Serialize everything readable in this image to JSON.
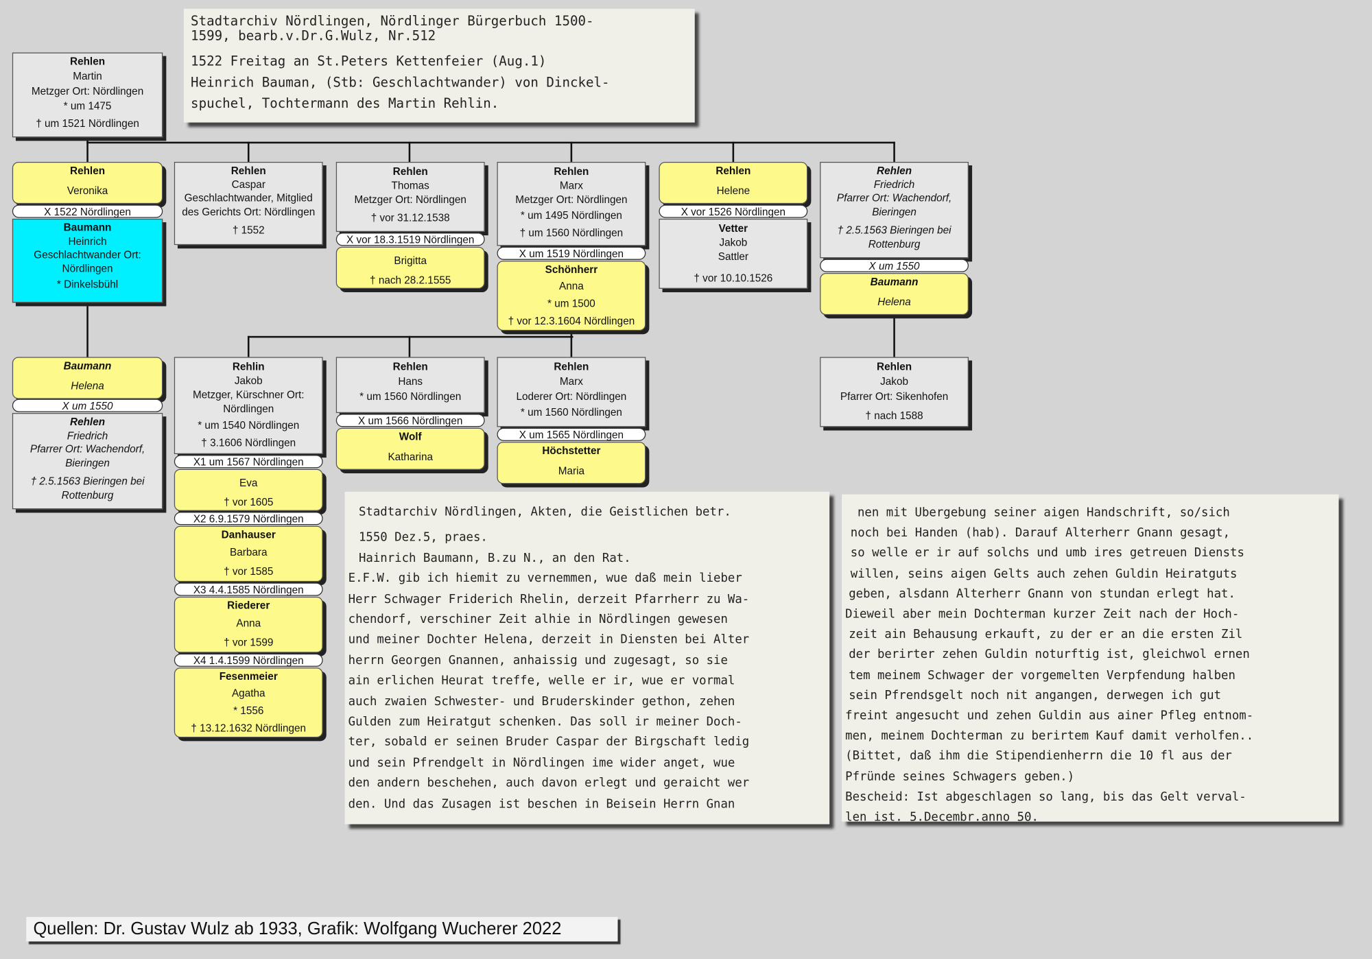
{
  "header_doc": {
    "lines": [
      "Stadtarchiv Nördlingen, Nördlinger Bürgerbuch 1500-",
      "1599, bearb.v.Dr.G.Wulz, Nr.512",
      "1522 Freitag an St.Peters Kettenfeier (Aug.1)",
      "Heinrich Bauman, (Stb: Geschlachtwander) von Dinckel-",
      "spuchel, Tochtermann des Martin Rehlin."
    ]
  },
  "persons": {
    "martin": [
      "Rehlen",
      "Martin",
      "Metzger Ort: Nördlingen",
      "* um 1475",
      "† um 1521 Nördlingen"
    ],
    "veronika": [
      "Rehlen",
      "Veronika"
    ],
    "heinrich": [
      "Baumann",
      "Heinrich",
      "Geschlachtwander Ort: Nördlingen",
      "* Dinkelsbühl"
    ],
    "caspar": [
      "Rehlen",
      "Caspar",
      "Geschlachtwander, Mitglied des Gerichts Ort: Nördlingen",
      "† 1552"
    ],
    "thomas": [
      "Rehlen",
      "Thomas",
      "Metzger Ort: Nördlingen",
      "† vor 31.12.1538"
    ],
    "brigitta": [
      "Brigitta",
      "† nach 28.2.1555"
    ],
    "marx1": [
      "Rehlen",
      "Marx",
      "Metzger Ort: Nördlingen",
      "* um 1495 Nördlingen",
      "† um 1560 Nördlingen"
    ],
    "anna_s": [
      "Schönherr",
      "Anna",
      "* um 1500",
      "† vor 12.3.1604 Nördlingen"
    ],
    "helene": [
      "Rehlen",
      "Helene"
    ],
    "jakob_v": [
      "Vetter",
      "Jakob",
      "Sattler",
      "† vor 10.10.1526"
    ],
    "friedrich": [
      "Rehlen",
      "Friedrich",
      "Pfarrer Ort: Wachendorf, Bieringen",
      "† 2.5.1563 Bieringen bei Rottenburg"
    ],
    "helena": [
      "Baumann",
      "Helena"
    ],
    "helena2": [
      "Baumann",
      "Helena"
    ],
    "friedrich2": [
      "Rehlen",
      "Friedrich",
      "Pfarrer Ort: Wachendorf, Bieringen",
      "† 2.5.1563 Bieringen bei Rottenburg"
    ],
    "jakob": [
      "Rehlin",
      "Jakob",
      "Metzger, Kürschner Ort: Nördlingen",
      "* um 1540 Nördlingen",
      "† 3.1606 Nördlingen"
    ],
    "eva": [
      "Eva",
      "† vor 1605"
    ],
    "barbara": [
      "Danhauser",
      "Barbara",
      "† vor 1585"
    ],
    "anna_r": [
      "Riederer",
      "Anna",
      "† vor 1599"
    ],
    "agatha": [
      "Fesenmeier",
      "Agatha",
      "* 1556",
      "† 13.12.1632 Nördlingen"
    ],
    "hans": [
      "Rehlen",
      "Hans",
      "* um 1560 Nördlingen"
    ],
    "katharina": [
      "Wolf",
      "Katharina"
    ],
    "marx2": [
      "Rehlen",
      "Marx",
      "Loderer Ort: Nördlingen",
      "* um 1560 Nördlingen"
    ],
    "maria": [
      "Höchstetter",
      "Maria"
    ],
    "jakob2": [
      "Rehlen",
      "Jakob",
      "Pfarrer Ort: Sikenhofen",
      "† nach 1588"
    ]
  },
  "marriages": {
    "veronika": "X 1522 Nördlingen",
    "thomas": "X vor 18.3.1519 Nördlingen",
    "marx1": "X um 1519 Nördlingen",
    "helene": "X vor 1526 Nördlingen",
    "friedrich": "X um 1550",
    "helena2": "X um 1550",
    "jakob1": "X1 um 1567 Nördlingen",
    "jakob2": "X2 6.9.1579 Nördlingen",
    "jakob3": "X3 4.4.1585 Nördlingen",
    "jakob4": "X4 1.4.1599 Nördlingen",
    "hans": "X um 1566 Nördlingen",
    "marx2": "X um 1565 Nördlingen"
  },
  "letter_left": {
    "lines": [
      "Stadtarchiv Nördlingen, Akten, die Geistlichen betr.",
      "1550 Dez.5, praes.",
      "Hainrich Baumann, B.zu N., an den Rat.",
      "E.F.W. gib ich hiemit zu vernemmen, wue daß mein lieber",
      "Herr Schwager Friderich Rhelin, derzeit Pfarrherr zu Wa-",
      "chendorf, verschiner Zeit alhie in Nördlingen gewesen",
      "und meiner Dochter Helena, derzeit in Diensten bei Alter",
      "herrn Georgen Gnannen, anhaissig und zugesagt, so sie",
      "ain erlichen Heurat treffe, welle er ir, wue er vormal",
      "auch zwaien Schwester- und Bruderskinder gethon, zehen",
      "Gulden zum Heiratgut schenken. Das soll ir meiner Doch-",
      "ter, sobald er seinen Bruder Caspar der Birgschaft ledig",
      "und sein Pfrendgelt in Nördlingen ime wider anget, wue",
      "den andern beschehen, auch davon erlegt und geraicht wer",
      "den. Und das Zusagen ist beschen in Beisein Herrn Gnan"
    ]
  },
  "letter_right": {
    "lines": [
      "nen mit Ubergebung seiner aigen Handschrift, so/sich",
      "noch bei Handen (hab). Darauf Alterherr Gnann gesagt,",
      "so welle er ir auf solchs und umb ires getreuen Diensts",
      "willen, seins aigen Gelts auch zehen Guldin Heiratguts",
      "geben, alsdann Alterherr Gnann von stundan erlegt hat.",
      "Dieweil aber mein Dochterman kurzer Zeit nach der Hoch-",
      "zeit ain Behausung erkauft, zu der er an die ersten Zil",
      "der berirter zehen Guldin noturftig ist, gleichwol ernen",
      "tem meinem Schwager der vorgemelten Verpfendung halben",
      "sein Pfrendsgelt noch nit angangen, derwegen ich gut",
      "freint angesucht und zehen Guldin aus ainer Pfleg entnom-",
      "men, meinem Dochterman zu berirtem Kauf damit verholfen..",
      "(Bittet, daß ihm die Stipendienherrn die 10 fl aus der",
      "Pfründe seines Schwagers geben.)",
      "Bescheid: Ist abgeschlagen so lang, bis das Gelt verval-",
      "len ist. 5.Decembr.anno 50."
    ]
  },
  "footer": {
    "source": "Quellen: Dr. Gustav Wulz ab 1933, Grafik: Wolfgang Wucherer  2022"
  },
  "colors": {
    "accent": "#fdf98a",
    "highlight": "#00f0ff",
    "card": "#e6e6e6"
  }
}
